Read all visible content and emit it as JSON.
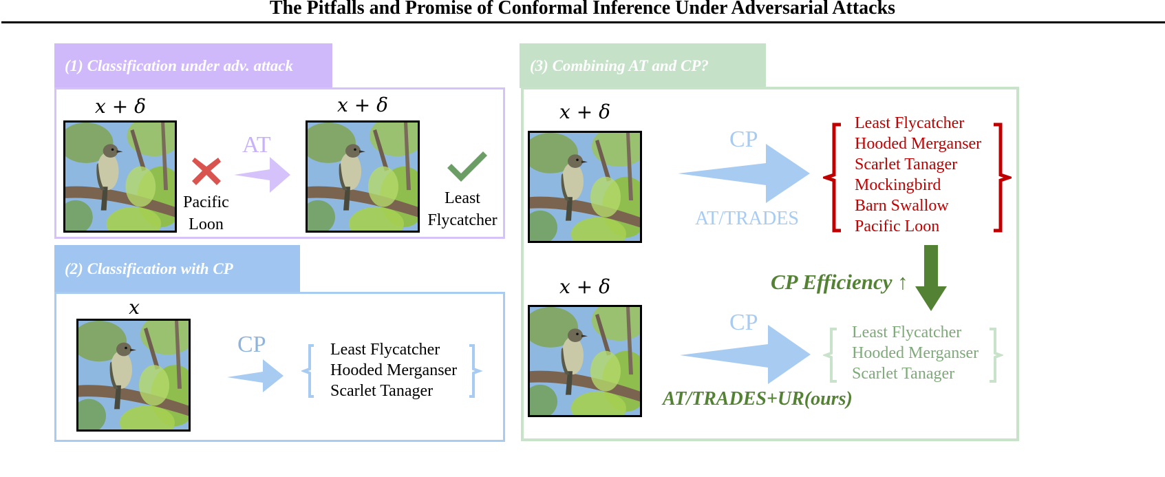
{
  "figure": {
    "title": "The Pitfalls and Promise of Conformal Inference Under Adversarial Attacks"
  },
  "colors": {
    "purple_tab": "#d0b9fb",
    "purple_border": "#d4c2f9",
    "blue_tab": "#9fc5f0",
    "blue_border": "#a8cbf2",
    "green_tab": "#c5e2c8",
    "green_border": "#c9e3cb",
    "red_cross": "#d9534f",
    "green_check": "#6a9e64",
    "dark_red": "#c00000",
    "dark_green": "#548235",
    "light_green_text": "#7daa78",
    "arrow_blue": "#a8cbf2",
    "arrow_purple": "#d6c2fa"
  },
  "panel1": {
    "header": "(1) Classification under adv. attack",
    "left_input": {
      "var": "x",
      "op": "+",
      "pert": "δ"
    },
    "left_prediction": [
      "Pacific",
      "Loon"
    ],
    "left_result_icon": "cross-icon",
    "arrow_label": "AT",
    "right_input": {
      "var": "x",
      "op": "+",
      "pert": "δ"
    },
    "right_prediction": [
      "Least",
      "Flycatcher"
    ],
    "right_result_icon": "check-icon"
  },
  "panel2": {
    "header": "(2) Classification with CP",
    "input": {
      "var": "x"
    },
    "arrow_label": "CP",
    "prediction_set": [
      "Least Flycatcher",
      "Hooded Merganser",
      "Scarlet Tanager"
    ]
  },
  "panel3": {
    "header": "(3) Combining AT and CP?",
    "top": {
      "input": {
        "var": "x",
        "op": "+",
        "pert": "δ"
      },
      "arrow_label_top": "CP",
      "arrow_label_bottom": "AT/TRADES",
      "prediction_set": [
        "Least Flycatcher",
        "Hooded Merganser",
        "Scarlet Tanager",
        "Mockingbird",
        "Barn Swallow",
        "Pacific Loon"
      ]
    },
    "efficiency_label": "CP Efficiency",
    "efficiency_arrow": "↑",
    "bottom": {
      "input": {
        "var": "x",
        "op": "+",
        "pert": "δ"
      },
      "arrow_label_top": "CP",
      "arrow_label_bottom": "AT/TRADES+UR(ours)",
      "prediction_set": [
        "Least Flycatcher",
        "Hooded Merganser",
        "Scarlet Tanager"
      ]
    }
  }
}
